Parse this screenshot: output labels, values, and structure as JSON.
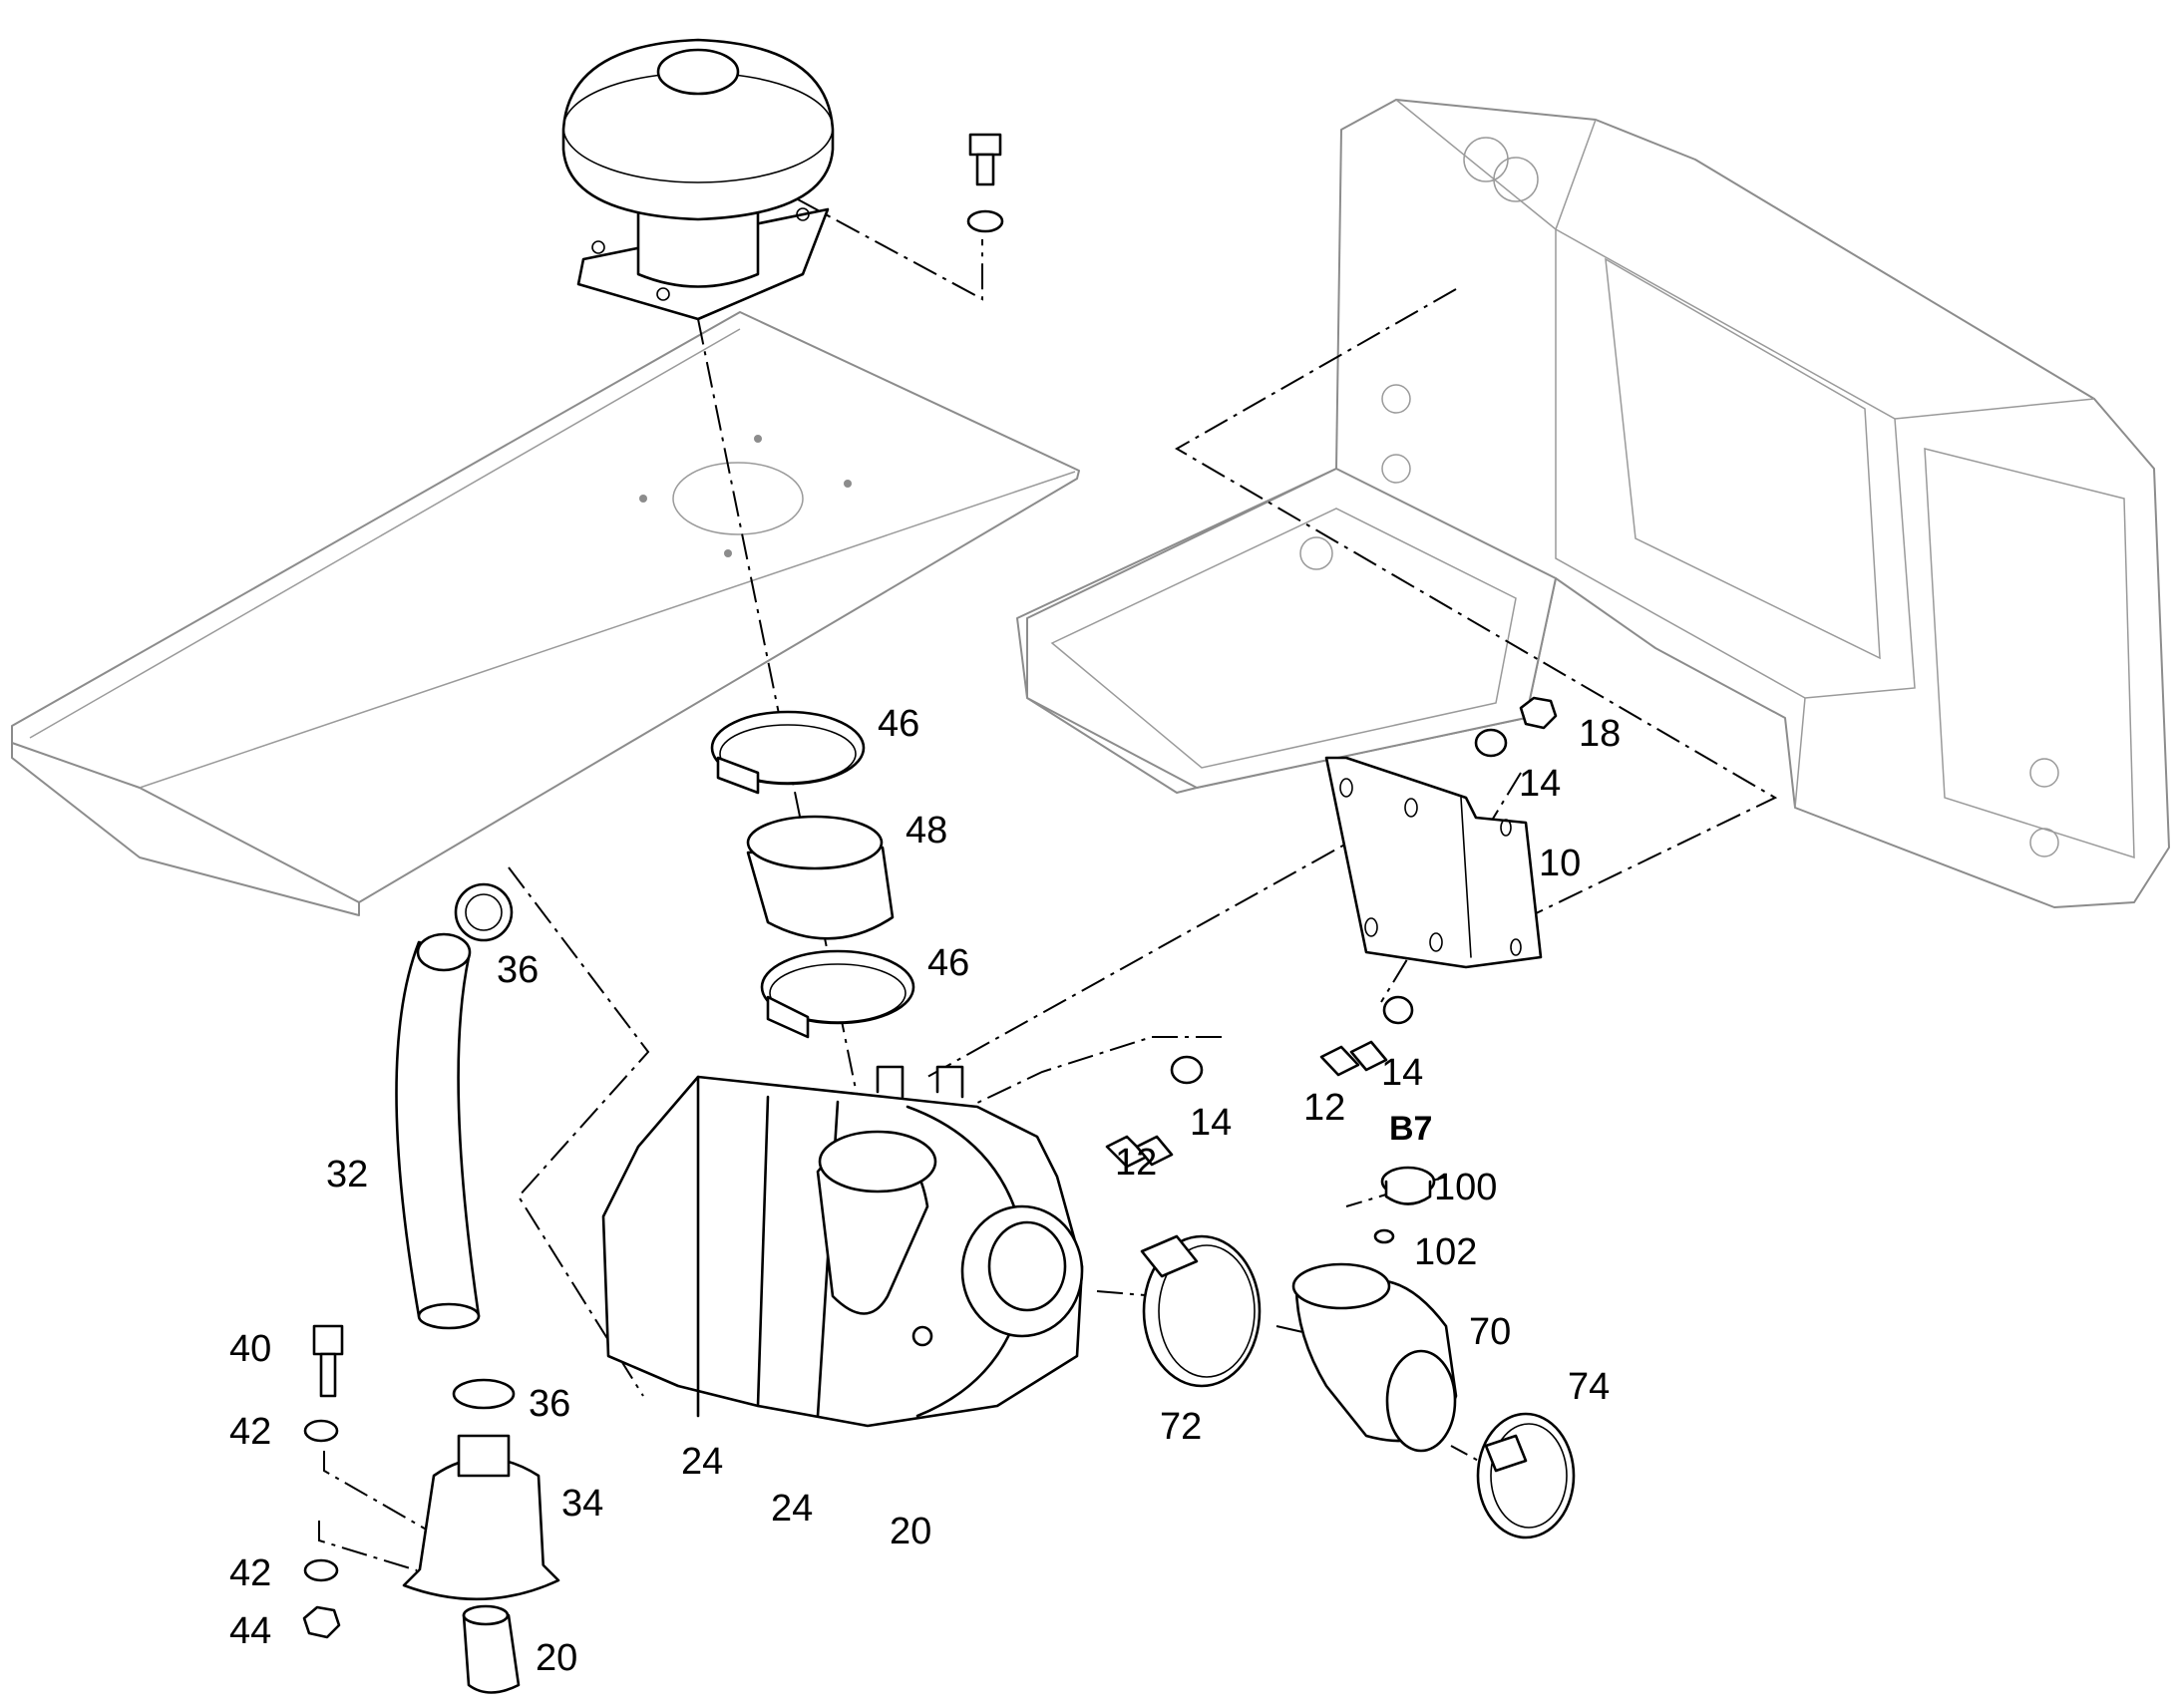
{
  "colors": {
    "line": "#000000",
    "context_line": "#8c8c8c",
    "background": "#ffffff"
  },
  "callouts": {
    "c46_top": "46",
    "c48": "48",
    "c46_bot": "46",
    "c36_top": "36",
    "c32": "32",
    "c40": "40",
    "c42_a": "42",
    "c36_bot": "36",
    "c34": "34",
    "c42_b": "42",
    "c44": "44",
    "c20_bot": "20",
    "c24_a": "24",
    "c24_b": "24",
    "c20_main": "20",
    "c18": "18",
    "c14_a": "14",
    "c10": "10",
    "c14_b": "14",
    "c12_a": "12",
    "c14_c": "14",
    "c12_b": "12",
    "c_b7": "B7",
    "c100": "100",
    "c102": "102",
    "c70": "70",
    "c74": "74",
    "c72": "72"
  }
}
